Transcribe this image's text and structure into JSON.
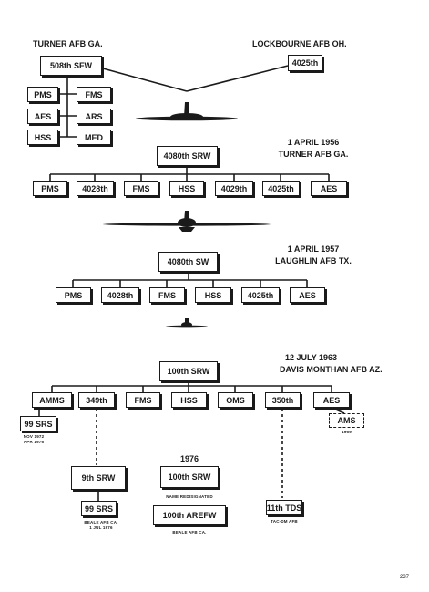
{
  "sec1": {
    "left_base": "TURNER AFB GA.",
    "right_base": "LOCKBOURNE AFB OH.",
    "wing": "508th SFW",
    "wing2": "4025th",
    "units": [
      "PMS",
      "FMS",
      "AES",
      "ARS",
      "HSS",
      "MED"
    ]
  },
  "sec2": {
    "date": "1 APRIL 1956",
    "base": "TURNER AFB GA.",
    "wing": "4080th SRW",
    "units": [
      "PMS",
      "4028th",
      "FMS",
      "HSS",
      "4029th",
      "4025th",
      "AES"
    ]
  },
  "sec3": {
    "date": "1 APRIL 1957",
    "base": "LAUGHLIN AFB TX.",
    "wing": "4080th SW",
    "units": [
      "PMS",
      "4028th",
      "FMS",
      "HSS",
      "4025th",
      "AES"
    ]
  },
  "sec4": {
    "date": "12 JULY 1963",
    "base": "DAVIS MONTHAN AFB AZ.",
    "wing": "100th SRW",
    "units": [
      "AMMS",
      "349th",
      "FMS",
      "HSS",
      "OMS",
      "350th",
      "AES"
    ],
    "srs99a": "99 SRS",
    "srs99a_note1": "NOV 1972",
    "srs99a_note2": "APR 1976",
    "ams": "AMS",
    "ams_year": "1969",
    "srw9": "9th SRW",
    "srs99b": "99 SRS",
    "beale_note1": "BEALE AFB CA.",
    "beale_note2": "1 JUL 1976",
    "year1976": "1976",
    "srw100b": "100th SRW",
    "redesignated": "NAME REDISIGNATED",
    "arefw": "100th AREFW",
    "beale_note3": "BEALE AFB CA.",
    "tds": "11th TDS",
    "tds_note": "TAC-DM AFB"
  },
  "page_number": "237"
}
